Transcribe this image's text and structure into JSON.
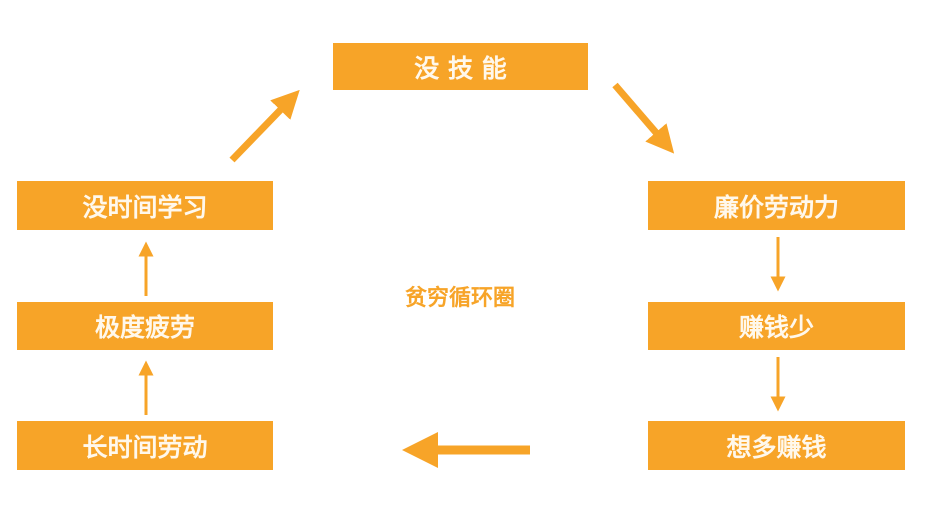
{
  "title": "贫穷循环圈",
  "nodes": {
    "no_skill": "没 技 能",
    "cheap_labor": "廉价劳动力",
    "earn_little": "赚钱少",
    "want_more_money": "想多赚钱",
    "long_work": "长时间劳动",
    "exhausted": "极度疲劳",
    "no_time_study": "没时间学习"
  },
  "colors": {
    "accent": "#F7A428",
    "box_text": "#FFF8EC"
  }
}
